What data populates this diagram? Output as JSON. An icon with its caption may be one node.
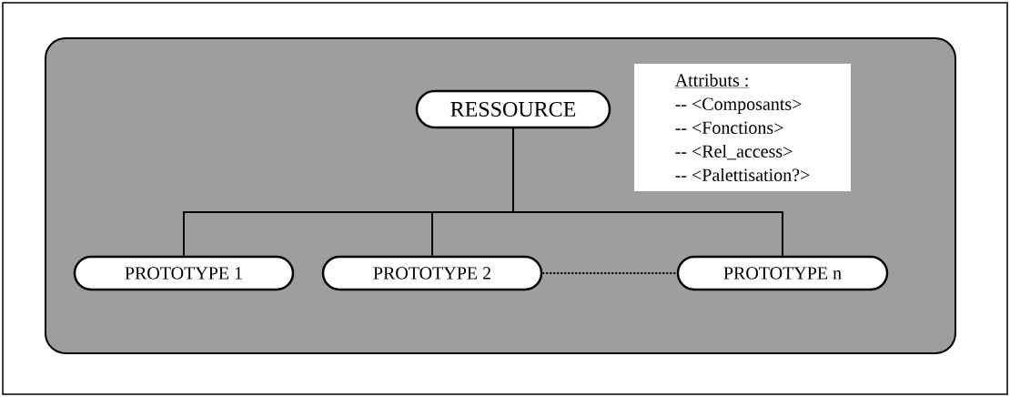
{
  "diagram": {
    "nodes": [
      {
        "text": [],
        "shape": "box"
      },
      {
        "text": [
          "RESSOURCE"
        ],
        "in": 0
      },
      {
        "text": [
          "Attributs :",
          "-- <Composants>",
          "-- <Fonctions>",
          "-- <Rel_access>",
          "-- <Palettisation?>"
        ],
        "in": 0
      },
      {
        "text": [
          "PROTOTYPE 1"
        ],
        "in": 0
      },
      {
        "text": [
          "PROTOTYPE 2"
        ],
        "in": 0
      },
      {
        "text": [
          "PROTOTYPE n"
        ],
        "in": 0
      }
    ],
    "edges": [
      {
        "from": 1,
        "to": 3,
        "arrow": "none"
      },
      {
        "from": 1,
        "to": 4,
        "arrow": "none"
      },
      {
        "from": 1,
        "to": 5,
        "arrow": "none"
      },
      {
        "from": 4,
        "to": 5,
        "arrow": "none",
        "style": "dashed"
      }
    ]
  }
}
